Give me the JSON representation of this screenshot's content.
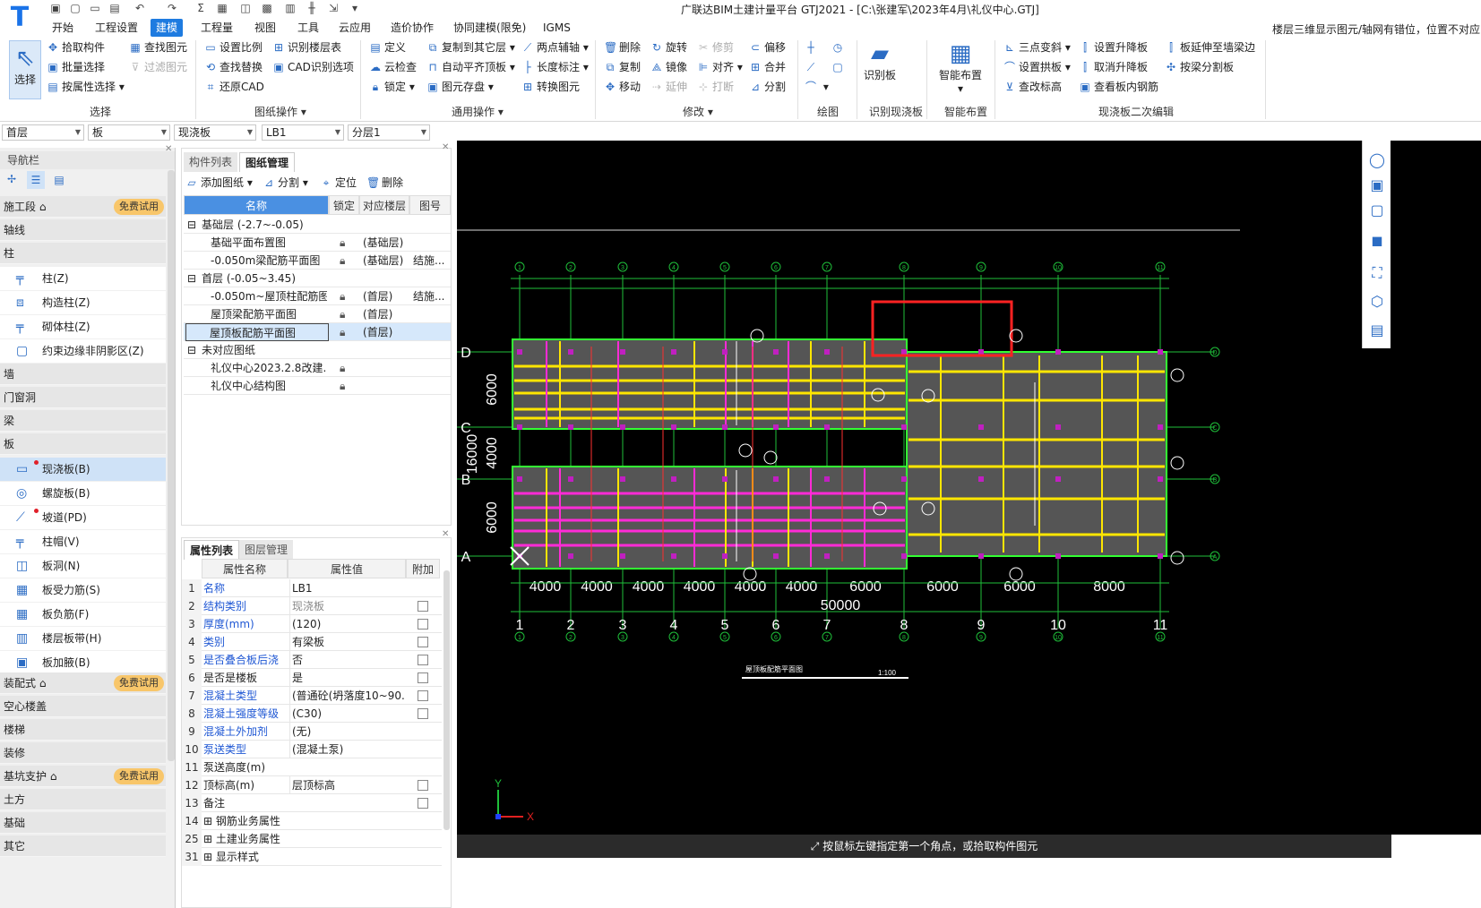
{
  "title": "广联达BIM土建计量平台 GTJ2021 - [C:\\张建军\\2023年4月\\礼仪中心.GTJ]",
  "notice": "楼层三维显示图元/轴网有错位，位置不对应",
  "menu": [
    "开始",
    "工程设置",
    "建模",
    "工程量",
    "视图",
    "工具",
    "云应用",
    "造价协作",
    "协同建模(限免)",
    "IGMS"
  ],
  "ribbon": {
    "select_group": {
      "big": "选择",
      "items": [
        "拾取构件",
        "批量选择",
        "按属性选择",
        "查找图元",
        "过滤图元"
      ],
      "label": "选择"
    },
    "drawing_group": {
      "items": [
        "设置比例",
        "查找替换",
        "还原CAD",
        "识别楼层表",
        "CAD识别选项"
      ],
      "label": "图纸操作"
    },
    "general_group": {
      "items": [
        "定义",
        "云检查",
        "锁定",
        "复制到其它层",
        "自动平齐顶板",
        "图元存盘",
        "两点辅轴",
        "长度标注",
        "转换图元"
      ],
      "label": "通用操作"
    },
    "modify_group": {
      "items": [
        "删除",
        "复制",
        "移动",
        "旋转",
        "镜像",
        "延伸",
        "修剪",
        "对齐",
        "打断",
        "偏移",
        "合并",
        "分割"
      ],
      "label": "修改"
    },
    "draw_group": {
      "label": "绘图"
    },
    "recognize_group": {
      "big": "识别板",
      "label": "识别现浇板"
    },
    "smart_group": {
      "big": "智能布置",
      "label": "智能布置"
    },
    "slab_edit_group": {
      "items": [
        "三点变斜",
        "设置拱板",
        "查改标高",
        "设置升降板",
        "取消升降板",
        "查看板内钢筋",
        "板延伸至墙梁边",
        "按梁分割板"
      ],
      "label": "现浇板二次编辑"
    }
  },
  "filters": [
    "首层",
    "板",
    "现浇板",
    "LB1",
    "分层1"
  ],
  "nav": {
    "header": "导航栏",
    "categories": [
      {
        "label": "施工段",
        "badge": "免费试用"
      },
      {
        "label": "轴线"
      },
      {
        "label": "柱"
      }
    ],
    "col_items": [
      "柱(Z)",
      "构造柱(Z)",
      "砌体柱(Z)",
      "约束边缘非阴影区(Z)"
    ],
    "mid_categories": [
      "墙",
      "门窗洞",
      "梁",
      "板"
    ],
    "slab_items": [
      "现浇板(B)",
      "螺旋板(B)",
      "坡道(PD)",
      "柱帽(V)",
      "板洞(N)",
      "板受力筋(S)",
      "板负筋(F)",
      "楼层板带(H)",
      "板加腋(B)"
    ],
    "bottom_categories": [
      {
        "label": "装配式",
        "badge": "免费试用"
      },
      {
        "label": "空心楼盖"
      },
      {
        "label": "楼梯"
      },
      {
        "label": "装修"
      },
      {
        "label": "基坑支护",
        "badge": "免费试用"
      },
      {
        "label": "土方"
      },
      {
        "label": "基础"
      },
      {
        "label": "其它"
      }
    ]
  },
  "drawing_panel": {
    "tabs": [
      "构件列表",
      "图纸管理"
    ],
    "toolbar": [
      "添加图纸",
      "分割",
      "定位",
      "删除"
    ],
    "columns": [
      "名称",
      "锁定",
      "对应楼层",
      "图号"
    ],
    "rows": [
      {
        "name": "基础层 (-2.7~-0.05)",
        "group": true
      },
      {
        "name": "基础平面布置图",
        "floor": "(基础层)",
        "no": ""
      },
      {
        "name": "-0.050m梁配筋平面图",
        "floor": "(基础层)",
        "no": "结施..."
      },
      {
        "name": "首层 (-0.05~3.45)",
        "group": true
      },
      {
        "name": "-0.050m~屋顶柱配筋图",
        "floor": "(首层)",
        "no": "结施..."
      },
      {
        "name": "屋顶梁配筋平面图",
        "floor": "(首层)",
        "no": ""
      },
      {
        "name": "屋顶板配筋平面图",
        "floor": "(首层)",
        "no": "",
        "selected": true
      },
      {
        "name": "未对应图纸",
        "group": true
      },
      {
        "name": "礼仪中心2023.2.8改建...",
        "floor": "",
        "no": ""
      },
      {
        "name": "礼仪中心结构图",
        "floor": "",
        "no": ""
      }
    ]
  },
  "prop_panel": {
    "tabs": [
      "属性列表",
      "图层管理"
    ],
    "columns": [
      "属性名称",
      "属性值",
      "附加"
    ],
    "rows": [
      {
        "n": "1",
        "k": "名称",
        "v": "LB1",
        "blue": true,
        "cb": false
      },
      {
        "n": "2",
        "k": "结构类别",
        "v": "现浇板",
        "blue": true,
        "grey": true,
        "cb": true
      },
      {
        "n": "3",
        "k": "厚度(mm)",
        "v": "(120)",
        "blue": true,
        "cb": true
      },
      {
        "n": "4",
        "k": "类别",
        "v": "有梁板",
        "blue": true,
        "cb": true
      },
      {
        "n": "5",
        "k": "是否叠合板后浇",
        "v": "否",
        "blue": true,
        "cb": true
      },
      {
        "n": "6",
        "k": "是否是楼板",
        "v": "是",
        "blue": false,
        "cb": true
      },
      {
        "n": "7",
        "k": "混凝土类型",
        "v": "(普通砼(坍落度10~90...",
        "blue": true,
        "cb": true
      },
      {
        "n": "8",
        "k": "混凝土强度等级",
        "v": "(C30)",
        "blue": true,
        "cb": true
      },
      {
        "n": "9",
        "k": "混凝土外加剂",
        "v": "(无)",
        "blue": true,
        "cb": false
      },
      {
        "n": "10",
        "k": "泵送类型",
        "v": "(混凝土泵)",
        "blue": true,
        "cb": false
      },
      {
        "n": "11",
        "k": "泵送高度(m)",
        "v": "",
        "blue": false,
        "cb": false
      },
      {
        "n": "12",
        "k": "顶标高(m)",
        "v": "层顶标高",
        "blue": false,
        "cb": true
      },
      {
        "n": "13",
        "k": "备注",
        "v": "",
        "blue": false,
        "cb": true
      },
      {
        "n": "14",
        "k": "钢筋业务属性",
        "v": "",
        "blue": false,
        "cb": false,
        "expand": true
      },
      {
        "n": "25",
        "k": "土建业务属性",
        "v": "",
        "blue": false,
        "cb": false,
        "expand": true
      },
      {
        "n": "31",
        "k": "显示样式",
        "v": "",
        "blue": false,
        "cb": false,
        "expand": true
      }
    ]
  },
  "cad": {
    "top_axis": [
      "1",
      "2",
      "3",
      "4",
      "5",
      "6",
      "7",
      "8",
      "9",
      "10",
      "11"
    ],
    "bottom_dims": [
      "4000",
      "4000",
      "4000",
      "4000",
      "4000",
      "4000",
      "6000",
      "6000",
      "6000",
      "8000"
    ],
    "total_dim": "50000",
    "left_dims": [
      "6000",
      "4000",
      "6000"
    ],
    "left_total": "16000",
    "row_axis": [
      "D",
      "C",
      "B",
      "A"
    ],
    "drawing_title": "屋顶板配筋平面图",
    "scale": "1:100",
    "status": "按鼠标左键指定第一个角点，或拾取构件图元",
    "axis_x": "X",
    "axis_y": "Y"
  }
}
